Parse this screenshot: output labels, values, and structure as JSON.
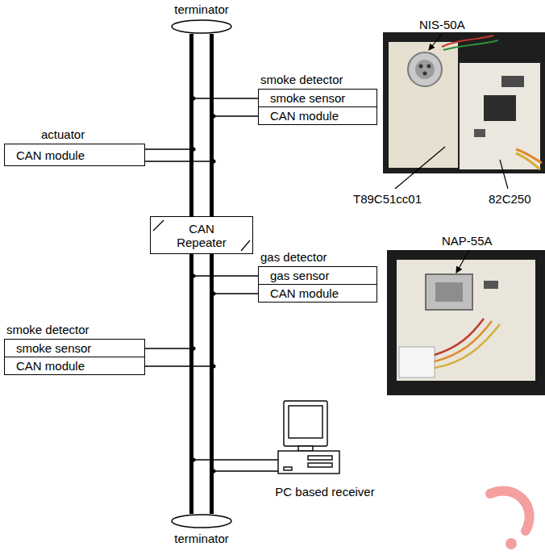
{
  "diagram": {
    "nodes": [
      {
        "text": [
          "terminator"
        ]
      },
      {
        "text": [
          "smoke detector"
        ]
      },
      {
        "text": [
          "smoke sensor"
        ],
        "in": 1
      },
      {
        "text": [
          "CAN module"
        ],
        "in": 1
      },
      {
        "text": [
          "actuator",
          "CAN module"
        ]
      },
      {
        "text": [
          "CAN Repeater"
        ]
      },
      {
        "text": [
          "gas detector"
        ]
      },
      {
        "text": [
          "gas sensor"
        ],
        "in": 6
      },
      {
        "text": [
          "CAN module"
        ],
        "in": 6
      },
      {
        "text": [
          "smoke detector"
        ]
      },
      {
        "text": [
          "smoke sensor"
        ],
        "in": 9
      },
      {
        "text": [
          "CAN module"
        ],
        "in": 9
      },
      {
        "text": [
          "PC based receiver"
        ]
      },
      {
        "text": [
          "terminator"
        ]
      }
    ],
    "edges": [
      {
        "from": 0,
        "to": 5,
        "arrow": "none"
      },
      {
        "from": 5,
        "to": 13,
        "arrow": "none"
      }
    ],
    "labels": [
      "NIS-50A",
      "T89C51cc01",
      "82C250",
      "NAP-55A"
    ]
  }
}
